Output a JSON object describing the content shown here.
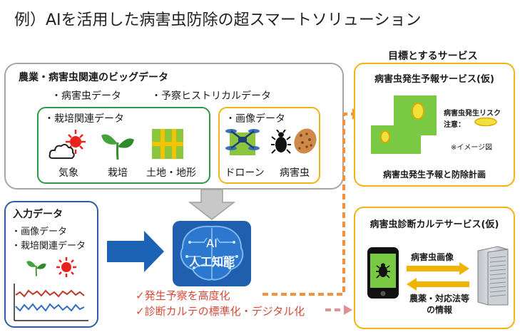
{
  "title": "例）AIを活用した病害虫防除の超スマートソリューション",
  "bigdata": {
    "heading": "農業・病害虫関連のビッグデータ",
    "pest_data": "・病害虫データ",
    "forecast_data": "・予察ヒストリカルデータ",
    "cultivation": {
      "heading": "・栽培関連データ",
      "items": [
        "気象",
        "栽培",
        "土地・地形"
      ]
    },
    "image": {
      "heading": "・画像データ",
      "items": [
        "ドローン",
        "病害虫"
      ]
    }
  },
  "input": {
    "heading": "入力データ",
    "items": [
      "・画像データ",
      "・栽培関連データ"
    ]
  },
  "ai": {
    "line1": "AI",
    "line2": "人工知能"
  },
  "results": [
    "✓発生予察を高度化",
    "✓診断カルテの標準化・デジタル化"
  ],
  "target_services": {
    "heading": "目標とするサービス",
    "forecast": {
      "heading": "病害虫発生予報サービス(仮)",
      "legend": [
        "病害虫発生リスク",
        "注意："
      ],
      "note": "※イメージ図",
      "caption": "病害虫発生予報と防除計画"
    },
    "diagnosis": {
      "heading": "病害虫診断カルテサービス(仮)",
      "upload_label": "病害虫画像",
      "return_label": [
        "農薬・対応法等",
        "の情報"
      ]
    }
  },
  "colors": {
    "green_border": "#2e9a48",
    "gold_border": "#f2b315",
    "blue_border": "#2f5d9e",
    "arrow_blue": "#1d63b5",
    "arrow_gold": "#f0b400",
    "dotted_orange": "#f5913d",
    "dotted_pink": "#e29097",
    "check_red": "#d84a3a"
  }
}
